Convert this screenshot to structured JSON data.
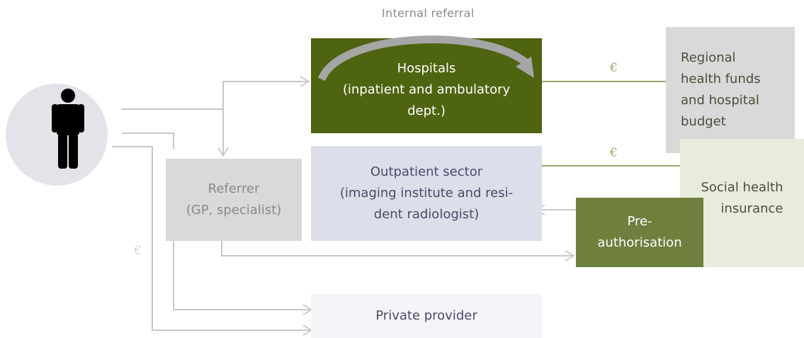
{
  "diagram": {
    "internal_referral": "Internal referral",
    "hospitals": {
      "line1": "Hospitals",
      "line2": "(inpatient and ambulatory",
      "line3": "dept.)"
    },
    "outpatient": {
      "line1": "Outpatient sector",
      "line2": "(imaging institute and resi-",
      "line3": "dent radiologist)"
    },
    "referrer": {
      "line1": "Referrer",
      "line2": "(GP, specialist)"
    },
    "private_provider": "Private provider",
    "regional_funds": {
      "line1": "Regional",
      "line2": "health funds",
      "line3": "and hospital",
      "line4": "budget"
    },
    "social_insurance": {
      "line1": "Social health",
      "line2": "insurance"
    },
    "preauthorisation": {
      "line1": "Pre-",
      "line2": "authorisation"
    },
    "euro_regional": "€",
    "euro_social": "€",
    "euro_patient": "€",
    "patient_icon": "person-icon",
    "colors": {
      "hospital_green": "#4e6410",
      "preauth_green": "#6e7f3e",
      "outpatient_blue": "#dcdfe9",
      "referrer_gray": "#d9d9d9",
      "regional_gray": "#d9d9d9",
      "social_cream": "#e8ecdb",
      "private_bg": "#f4f5f8",
      "arrow_green": "#9aa96b",
      "wire_gray": "#c8c8c8"
    }
  }
}
